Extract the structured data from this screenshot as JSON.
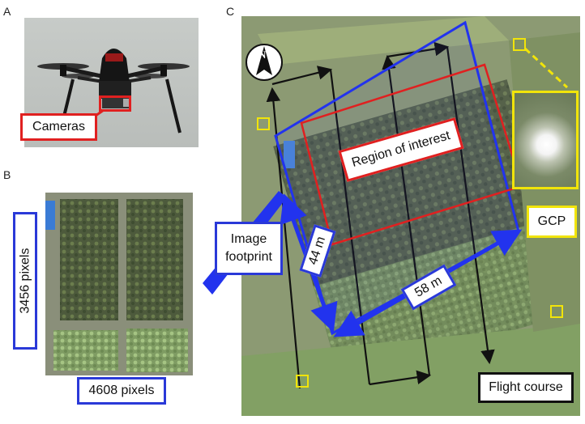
{
  "panels": {
    "a": {
      "letter": "A",
      "camera_label": "Cameras"
    },
    "b": {
      "letter": "B",
      "height_label": "3456 pixels",
      "width_label": "4608 pixels"
    },
    "c": {
      "letter": "C",
      "footprint_label": "Image\nfootprint",
      "roi_label": "Region of interest",
      "gcp_label": "GCP",
      "height_label": "44 m",
      "width_label": "58 m",
      "flight_label": "Flight course",
      "north_label": "N"
    }
  },
  "colors": {
    "label_red": "#e02020",
    "label_blue": "#2a39d8",
    "gcp_yellow": "#f1e40a",
    "arrow_blue": "#2233ee",
    "flight_black": "#111111"
  }
}
